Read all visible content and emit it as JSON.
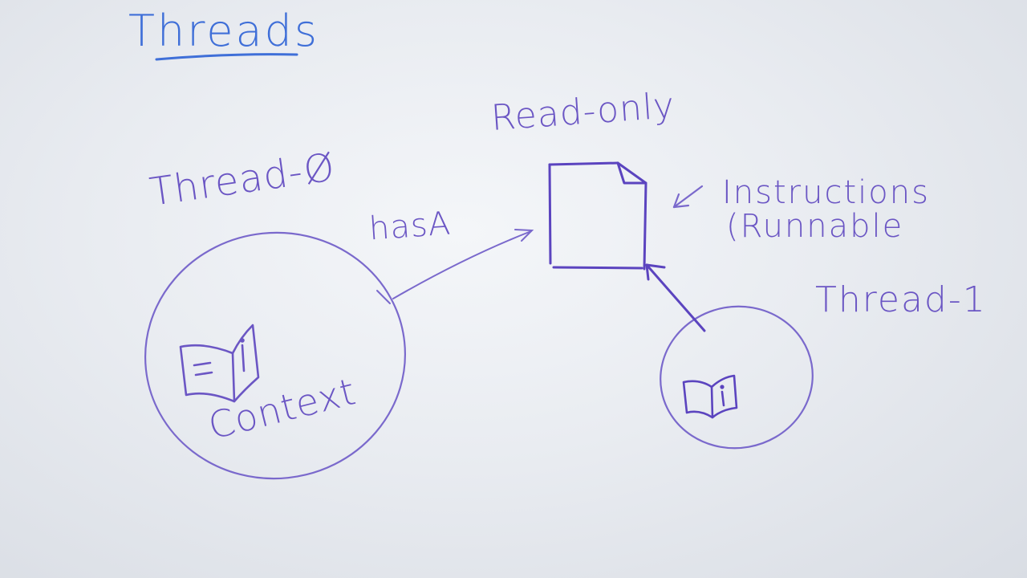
{
  "title": "Threads",
  "labels": {
    "read_only": "Read-only",
    "thread_0": "Thread-Ø",
    "has_a": "hasA",
    "instructions": "Instructions",
    "runnable": "(Runnable",
    "thread_1": "Thread-1",
    "context": "Context"
  },
  "colors": {
    "marker_blue": "#3f6fd8",
    "marker_purple": "#6b56c4",
    "board": "#eceff3"
  },
  "icons": [
    "book-icon",
    "document-icon",
    "arrow-icon"
  ]
}
